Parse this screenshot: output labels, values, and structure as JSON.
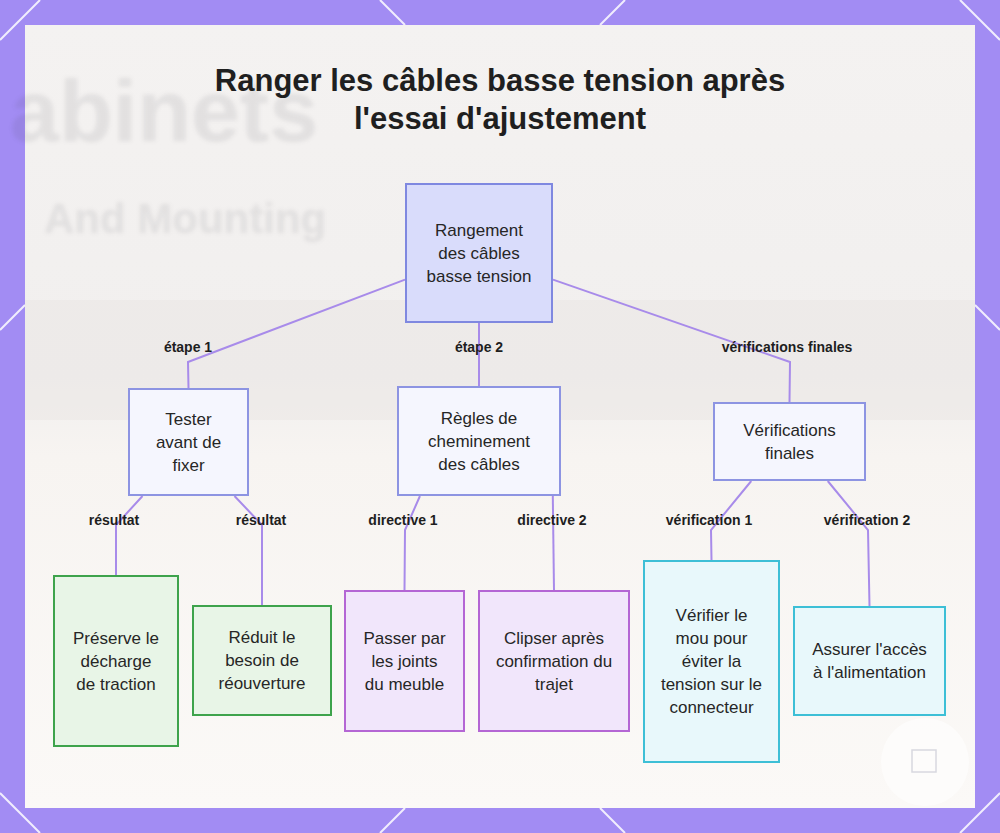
{
  "diagram": {
    "title": "Ranger les câbles basse tension après l'essai d'ajustement",
    "nodes": [
      {
        "text": [
          "Rangement des câbles basse tension"
        ]
      },
      {
        "text": [
          "Tester avant de fixer"
        ]
      },
      {
        "text": [
          "Règles de cheminement des câbles"
        ]
      },
      {
        "text": [
          "Vérifications finales"
        ]
      },
      {
        "text": [
          "Préserve le décharge de traction"
        ]
      },
      {
        "text": [
          "Réduit le besoin de réouverture"
        ]
      },
      {
        "text": [
          "Passer par les joints du meuble"
        ]
      },
      {
        "text": [
          "Clipser après confirmation du trajet"
        ]
      },
      {
        "text": [
          "Vérifier le mou pour éviter la tension sur le connecteur"
        ]
      },
      {
        "text": [
          "Assurer l'accès à l'alimentation"
        ]
      }
    ],
    "edges": [
      {
        "from": 0,
        "to": 1,
        "label": "étape 1",
        "arrow": "none"
      },
      {
        "from": 0,
        "to": 2,
        "label": "étape 2",
        "arrow": "none"
      },
      {
        "from": 0,
        "to": 3,
        "label": "vérifications finales",
        "arrow": "none"
      },
      {
        "from": 1,
        "to": 4,
        "label": "résultat",
        "arrow": "none"
      },
      {
        "from": 1,
        "to": 5,
        "label": "résultat",
        "arrow": "none"
      },
      {
        "from": 2,
        "to": 6,
        "label": "directive 1",
        "arrow": "none"
      },
      {
        "from": 2,
        "to": 7,
        "label": "directive 2",
        "arrow": "none"
      },
      {
        "from": 3,
        "to": 8,
        "label": "vérification 1",
        "arrow": "none"
      },
      {
        "from": 3,
        "to": 9,
        "label": "vérification 2",
        "arrow": "none"
      }
    ],
    "labels": [
      "abinets",
      "And Mounting"
    ]
  }
}
